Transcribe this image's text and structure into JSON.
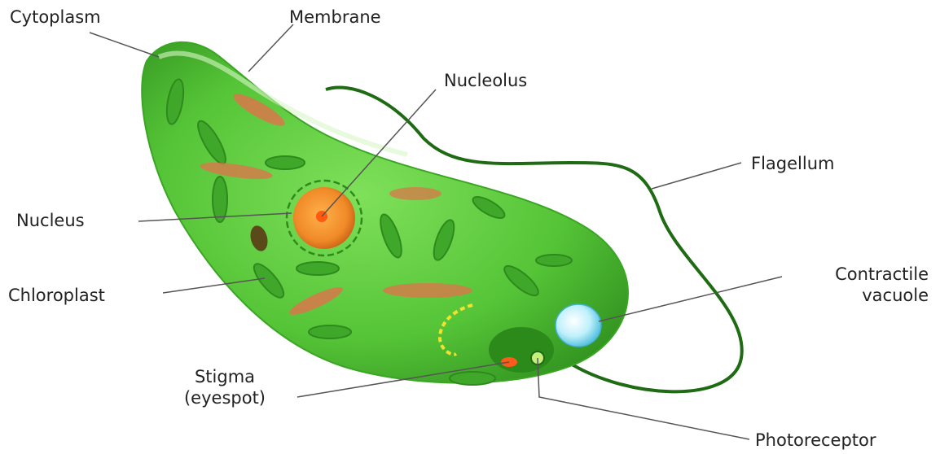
{
  "labels": {
    "cytoplasm": "Cytoplasm",
    "membrane": "Membrane",
    "nucleolus": "Nucleolus",
    "flagellum": "Flagellum",
    "nucleus": "Nucleus",
    "chloroplast": "Chloroplast",
    "contractile_vacuole": [
      "Contractile",
      "vacuole"
    ],
    "stigma": [
      "Stigma",
      "(eyespot)"
    ],
    "photoreceptor": "Photoreceptor"
  },
  "colors": {
    "cell_body": "#58c93a",
    "cell_dark": "#2f8f1e",
    "chloroplast": "#3fa82a",
    "chloroplast_red": "#d9774a",
    "nucleus": "#f08a28",
    "vacuole": "#a9e6f5",
    "flagellum": "#1f6b14",
    "stigma": "#ff5a1a",
    "leader_line": "#555555"
  }
}
